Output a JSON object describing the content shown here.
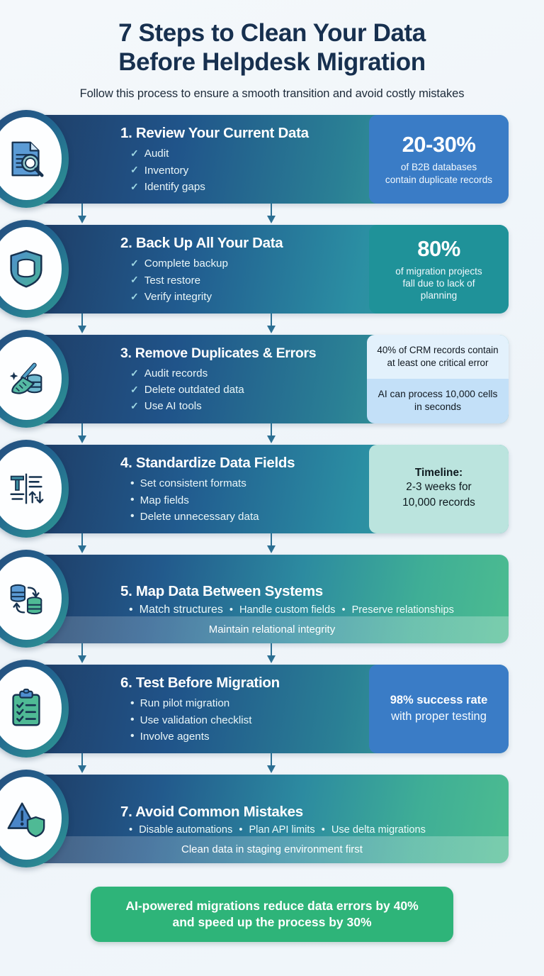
{
  "header": {
    "title_line1": "7 Steps to Clean Your Data",
    "title_line2": "Before Helpdesk Migration",
    "subtitle": "Follow this process to ensure a smooth transition and avoid costly mistakes"
  },
  "colors": {
    "page_background": "#f2f6fa",
    "title_text": "#17304f",
    "card_gradient_start": "#1e3d66",
    "card_gradient_end": "#4cbc90",
    "stat_blue": "#3a7cc6",
    "stat_teal": "#1f9299",
    "stat_light_blue_top": "#e3f1fc",
    "stat_light_blue_bottom": "#c3e0f8",
    "stat_mint": "#bbe4de",
    "footer_green": "#2eb479",
    "arrow": "#2b6f93"
  },
  "steps": [
    {
      "number": "1.",
      "title": "1. Review Your Current Data",
      "icon": "document-magnifier-icon",
      "bullets": [
        "Audit",
        "Inventory",
        "Identify gaps"
      ],
      "bullet_marker": "check",
      "stat": {
        "style": "blue",
        "big": "20-30%",
        "sub_line1": "of B2B databases",
        "sub_line2": "contain duplicate records"
      }
    },
    {
      "number": "2.",
      "title": "2. Back Up All Your Data",
      "icon": "shield-database-icon",
      "bullets": [
        "Complete backup",
        "Test restore",
        "Verify integrity"
      ],
      "bullet_marker": "check",
      "stat": {
        "style": "teal",
        "big": "80%",
        "sub_line1": "of migration projects",
        "sub_line2": "fall due to lack of",
        "sub_line3": "planning"
      }
    },
    {
      "number": "3.",
      "title": "3. Remove Duplicates & Errors",
      "icon": "broom-database-icon",
      "bullets": [
        "Audit records",
        "Delete outdated data",
        "Use AI tools"
      ],
      "bullet_marker": "check",
      "stat": {
        "style": "split",
        "top_text": "40% of CRM records contain at least one critical error",
        "bottom_text": "AI can process 10,000 cells in seconds"
      }
    },
    {
      "number": "4.",
      "title": "4. Standardize Data Fields",
      "icon": "text-sort-fields-icon",
      "bullets": [
        "Set consistent formats",
        "Map fields",
        "Delete unnecessary data"
      ],
      "bullet_marker": "dot",
      "stat": {
        "style": "mint",
        "label": "Timeline:",
        "line1": "2-3 weeks for",
        "line2": "10,000 records"
      }
    },
    {
      "number": "5.",
      "title": "5. Map Data Between Systems",
      "icon": "database-sync-icon",
      "inline_bullets": [
        "Match structures",
        "Handle custom fields",
        "Preserve relationships"
      ],
      "strip_text": "Maintain relational integrity"
    },
    {
      "number": "6.",
      "title": "6. Test Before Migration",
      "icon": "clipboard-checklist-icon",
      "bullets": [
        "Run pilot migration",
        "Use validation checklist",
        "Involve agents"
      ],
      "bullet_marker": "dot",
      "stat": {
        "style": "blue",
        "lead": "98% success rate",
        "lead2": "with proper testing"
      }
    },
    {
      "number": "7.",
      "title": "7. Avoid Common Mistakes",
      "icon": "warning-shield-icon",
      "inline_bullets": [
        "Disable automations",
        "Plan API limits",
        "Use delta migrations"
      ],
      "strip_text": "Clean data in staging environment first"
    }
  ],
  "footer": {
    "line1": "AI-powered migrations reduce data errors by 40%",
    "line2": "and speed up the process by 30%"
  }
}
